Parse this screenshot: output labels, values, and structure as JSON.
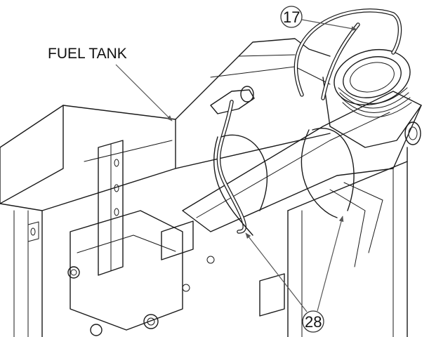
{
  "labels": {
    "fuel_tank": "FUEL TANK"
  },
  "callouts": [
    {
      "number": "17"
    },
    {
      "number": "28"
    }
  ]
}
